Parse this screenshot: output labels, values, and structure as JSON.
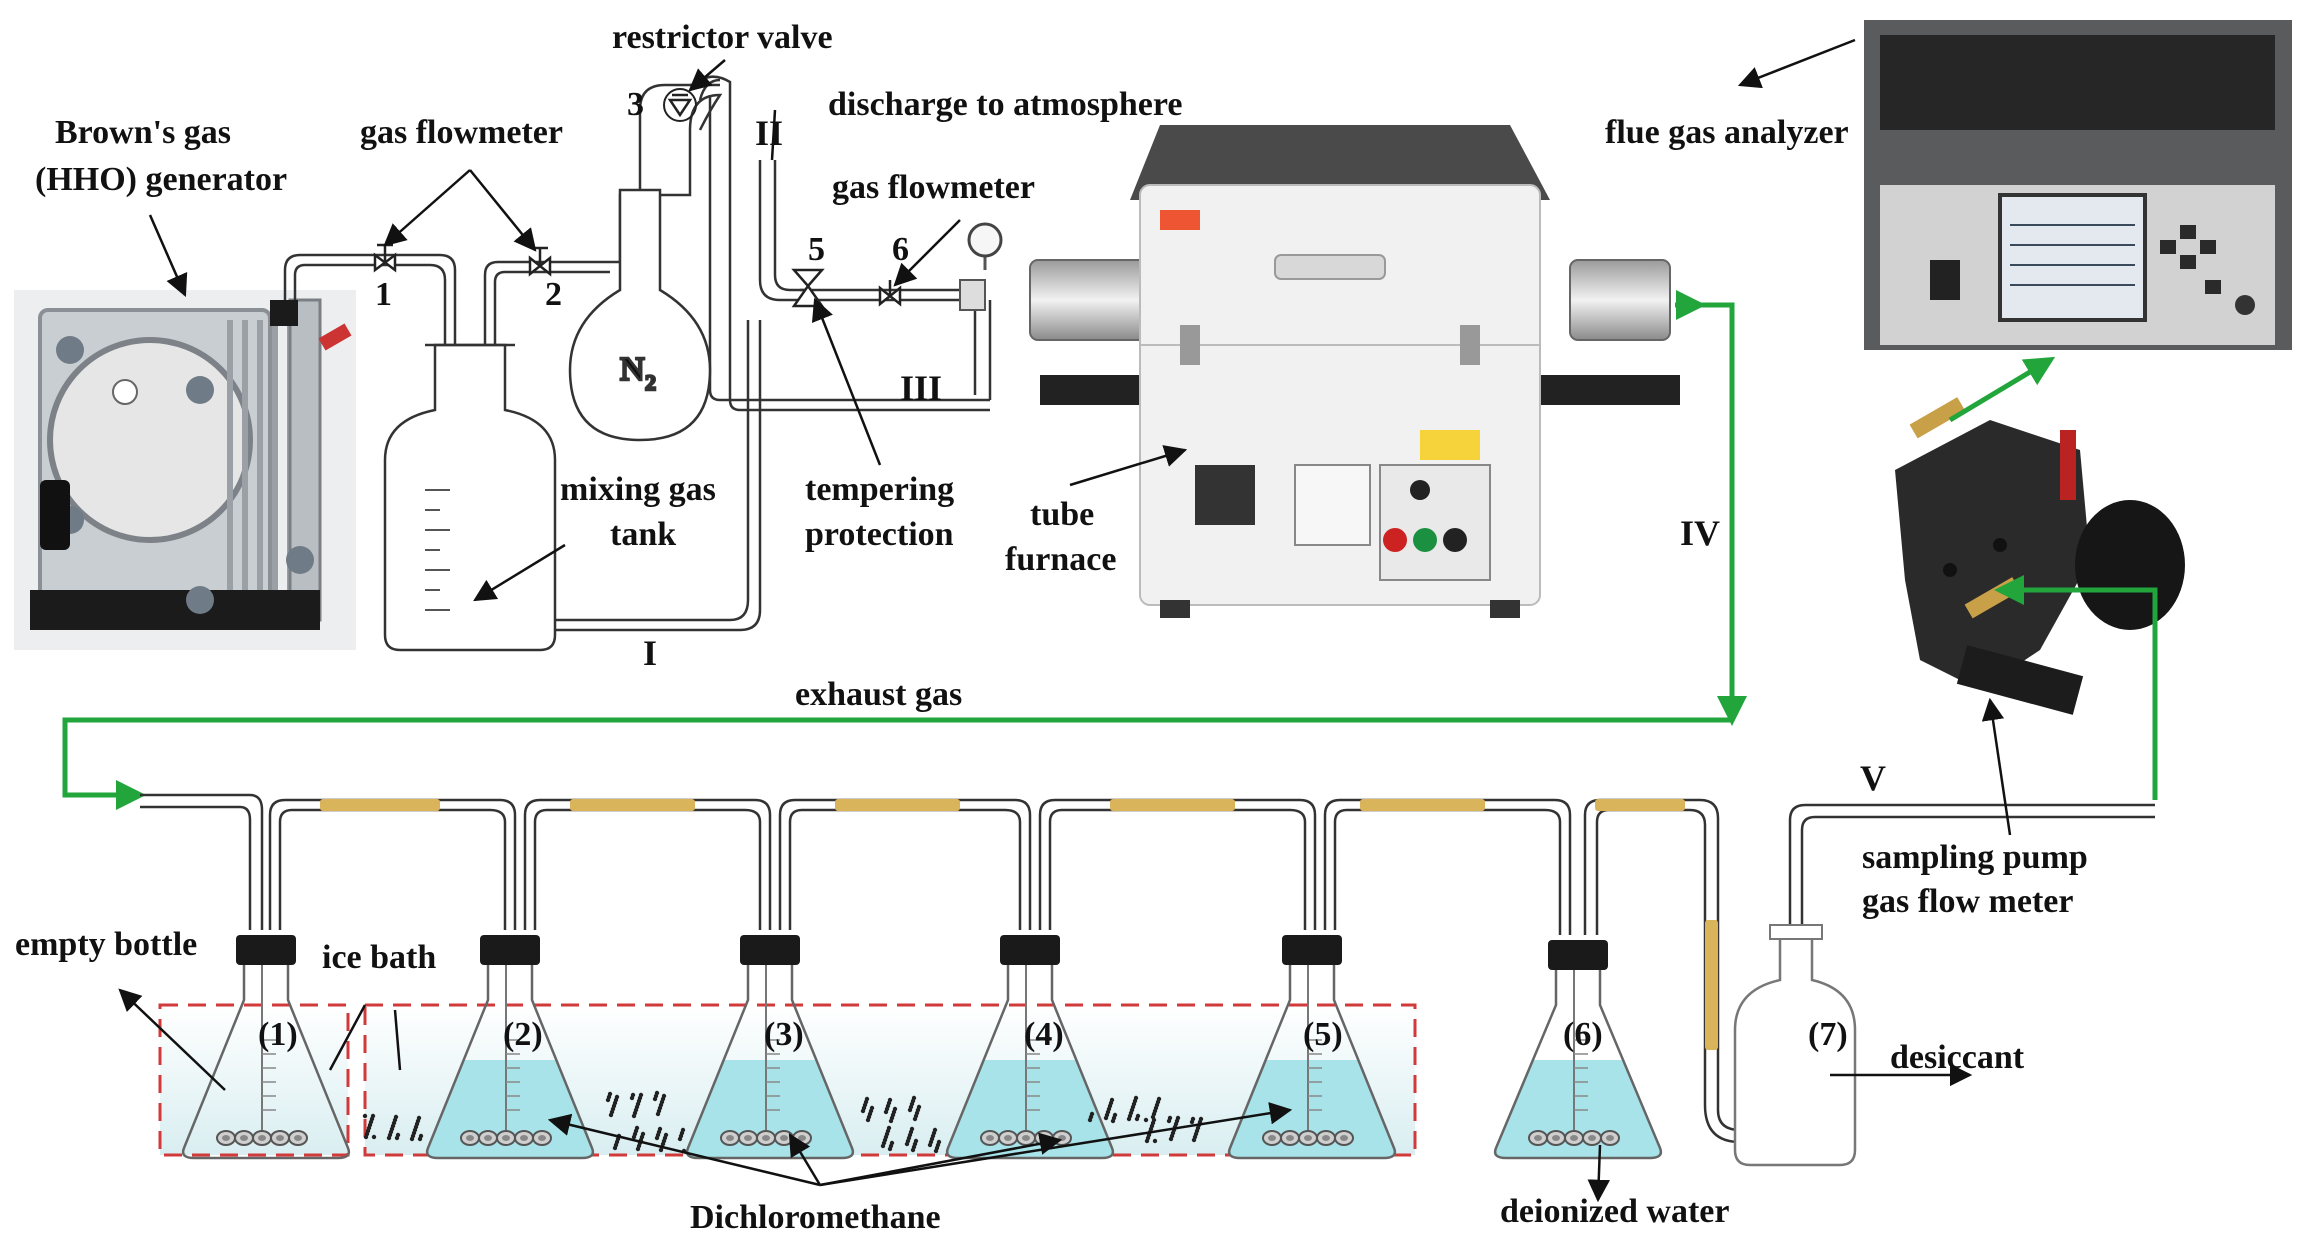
{
  "labels": {
    "generator_line1": "Brown's gas",
    "generator_line2": "(HHO) generator",
    "gas_flowmeter_top": "gas flowmeter",
    "restrictor_valve": "restrictor valve",
    "discharge": "discharge to atmosphere",
    "gas_flowmeter_right": "gas flowmeter",
    "flue_gas_analyzer": "flue gas analyzer",
    "n2": "N",
    "n2_sub": "2",
    "mixing_tank_line1": "mixing gas",
    "mixing_tank_line2": "tank",
    "tempering_line1": "tempering",
    "tempering_line2": "protection",
    "tube_furnace_line1": "tube",
    "tube_furnace_line2": "furnace",
    "exhaust_gas": "exhaust gas",
    "sampling_pump_line1": "sampling pump",
    "sampling_pump_line2": "gas flow meter",
    "empty_bottle": "empty bottle",
    "ice_bath": "ice bath",
    "desiccant": "desiccant",
    "dichloromethane": "Dichloromethane",
    "deionized_water": "deionized water"
  },
  "valve_numbers": [
    "1",
    "2",
    "3",
    "5",
    "6"
  ],
  "line_numbers": [
    "I",
    "II",
    "III",
    "IV",
    "V"
  ],
  "flask_numbers": [
    "(1)",
    "(2)",
    "(3)",
    "(4)",
    "(5)",
    "(6)",
    "(7)"
  ],
  "colors": {
    "gas_path": "#22a63c",
    "ice_bath_border": "#d03a3a",
    "liquid": "#a8e3ea",
    "tubing_connector": "#d9b45a",
    "stopper": "#1a1a1a"
  }
}
